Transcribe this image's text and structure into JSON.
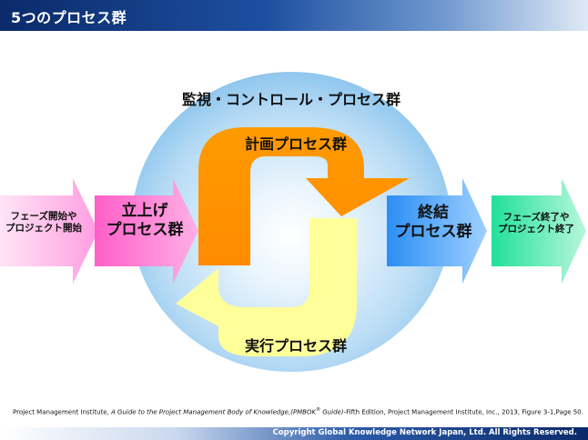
{
  "slide": {
    "title": "5つのプロセス群"
  },
  "diagram": {
    "monitoring_label": "監視・コントロール・プロセス群",
    "planning_label": "計画プロセス群",
    "executing_label": "実行プロセス群",
    "initiating_line1": "立上げ",
    "initiating_line2": "プロセス群",
    "closing_line1": "終結",
    "closing_line2": "プロセス群",
    "phase_start_line1": "フェーズ開始や",
    "phase_start_line2": "プロジェクト開始",
    "phase_end_line1": "フェーズ終了や",
    "phase_end_line2": "プロジェクト終了"
  },
  "citation": {
    "author": "Project Management Institute, ",
    "book": "A Guide to the Project Management Body of Knowledge,(PMBOK",
    "reg": "®",
    "guide": " Guide)",
    "rest": "-Fifth Edition, Project Management Institute, Inc., 2013, Figure 3-1,Page 50."
  },
  "footer": {
    "copyright": "Copyright  Global Knowledge Network Japan, Ltd. All Rights Reserved."
  },
  "colors": {
    "header_dark": "#0b2a6a",
    "ellipse": "#a9d4f2",
    "planning_orange": "#ff9900",
    "executing_yellow": "#ffff99",
    "initiating_pink": "#ff66cc",
    "closing_blue": "#3399ff",
    "start_pink": "#ffc6ec",
    "end_green": "#33e6a6"
  }
}
